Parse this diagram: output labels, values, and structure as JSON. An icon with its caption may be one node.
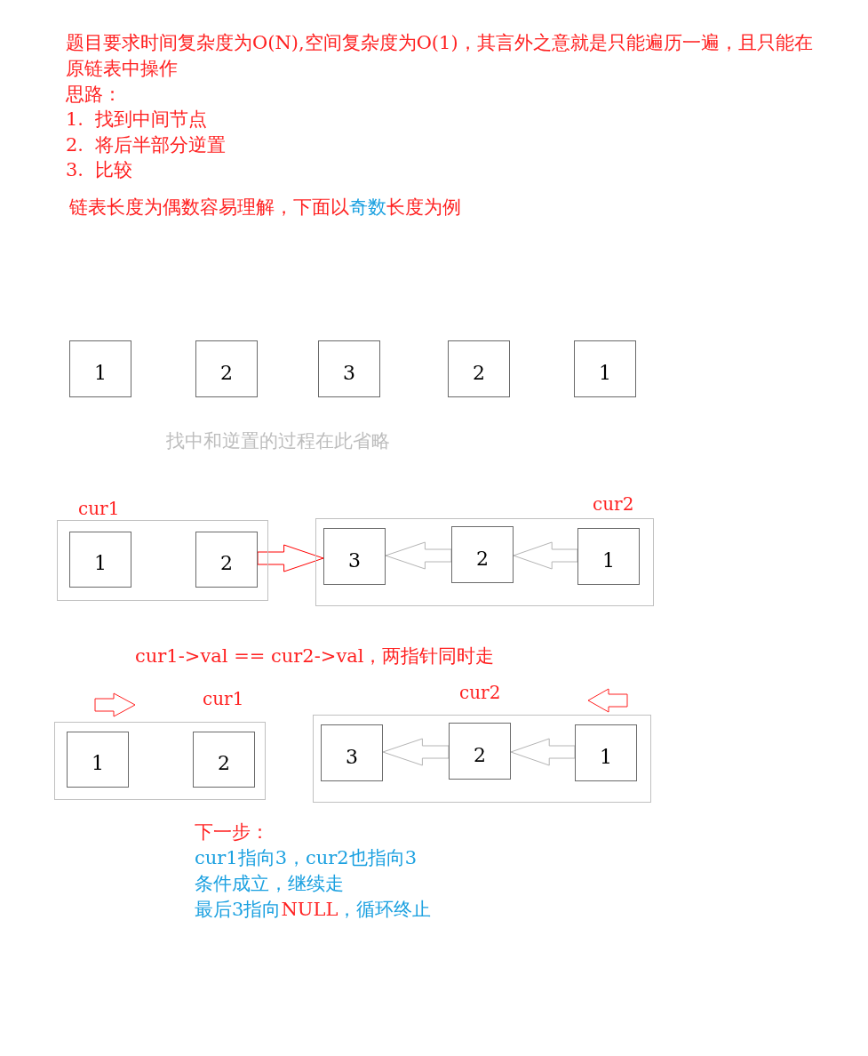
{
  "diagram": {
    "nodes": [
      {
        "text": [
          "1"
        ]
      },
      {
        "text": [
          "2"
        ]
      },
      {
        "text": [
          "3"
        ]
      },
      {
        "text": [
          "2"
        ]
      },
      {
        "text": [
          "1"
        ]
      },
      {
        "text": [
          "cur1"
        ]
      },
      {
        "text": [
          "1"
        ],
        "in": 5
      },
      {
        "text": [
          "2"
        ],
        "in": 5
      },
      {
        "text": [
          "cur2"
        ]
      },
      {
        "text": [
          "3"
        ],
        "in": 8
      },
      {
        "text": [
          "2"
        ],
        "in": 8
      },
      {
        "text": [
          "1"
        ],
        "in": 8
      },
      {
        "text": [
          "cur1"
        ]
      },
      {
        "text": [
          "1"
        ],
        "in": 12
      },
      {
        "text": [
          "2"
        ],
        "in": 12
      },
      {
        "text": [
          "cur2"
        ]
      },
      {
        "text": [
          "3"
        ],
        "in": 15
      },
      {
        "text": [
          "2"
        ],
        "in": 15
      },
      {
        "text": [
          "1"
        ],
        "in": 15
      }
    ],
    "edges": [
      {
        "from": 7,
        "to": 9,
        "arrow": "to",
        "color": "#ff0000"
      },
      {
        "from": 10,
        "to": 9,
        "arrow": "to"
      },
      {
        "from": 11,
        "to": 10,
        "arrow": "to"
      },
      {
        "from": 17,
        "to": 16,
        "arrow": "to"
      },
      {
        "from": 18,
        "to": 17,
        "arrow": "to"
      }
    ],
    "labels": [
      "题目要求时间复杂度为O(N),空间复杂度为O(1)，其言外之意就是只能遍历一遍，且只能在原链表中操作",
      "思路：",
      "1.  找到中间节点",
      "2.  将后半部分逆置",
      "3.  比较",
      "链表长度为偶数容易理解，下面以",
      "奇数",
      "长度为例",
      "找中和逆置的过程在此省略",
      "cur1->val == cur2->val，两指针同时走",
      "下一步：",
      "cur1指向3，cur2也指向3",
      "条件成立，继续走",
      "最后3指向**NULL**，循环终止"
    ]
  }
}
